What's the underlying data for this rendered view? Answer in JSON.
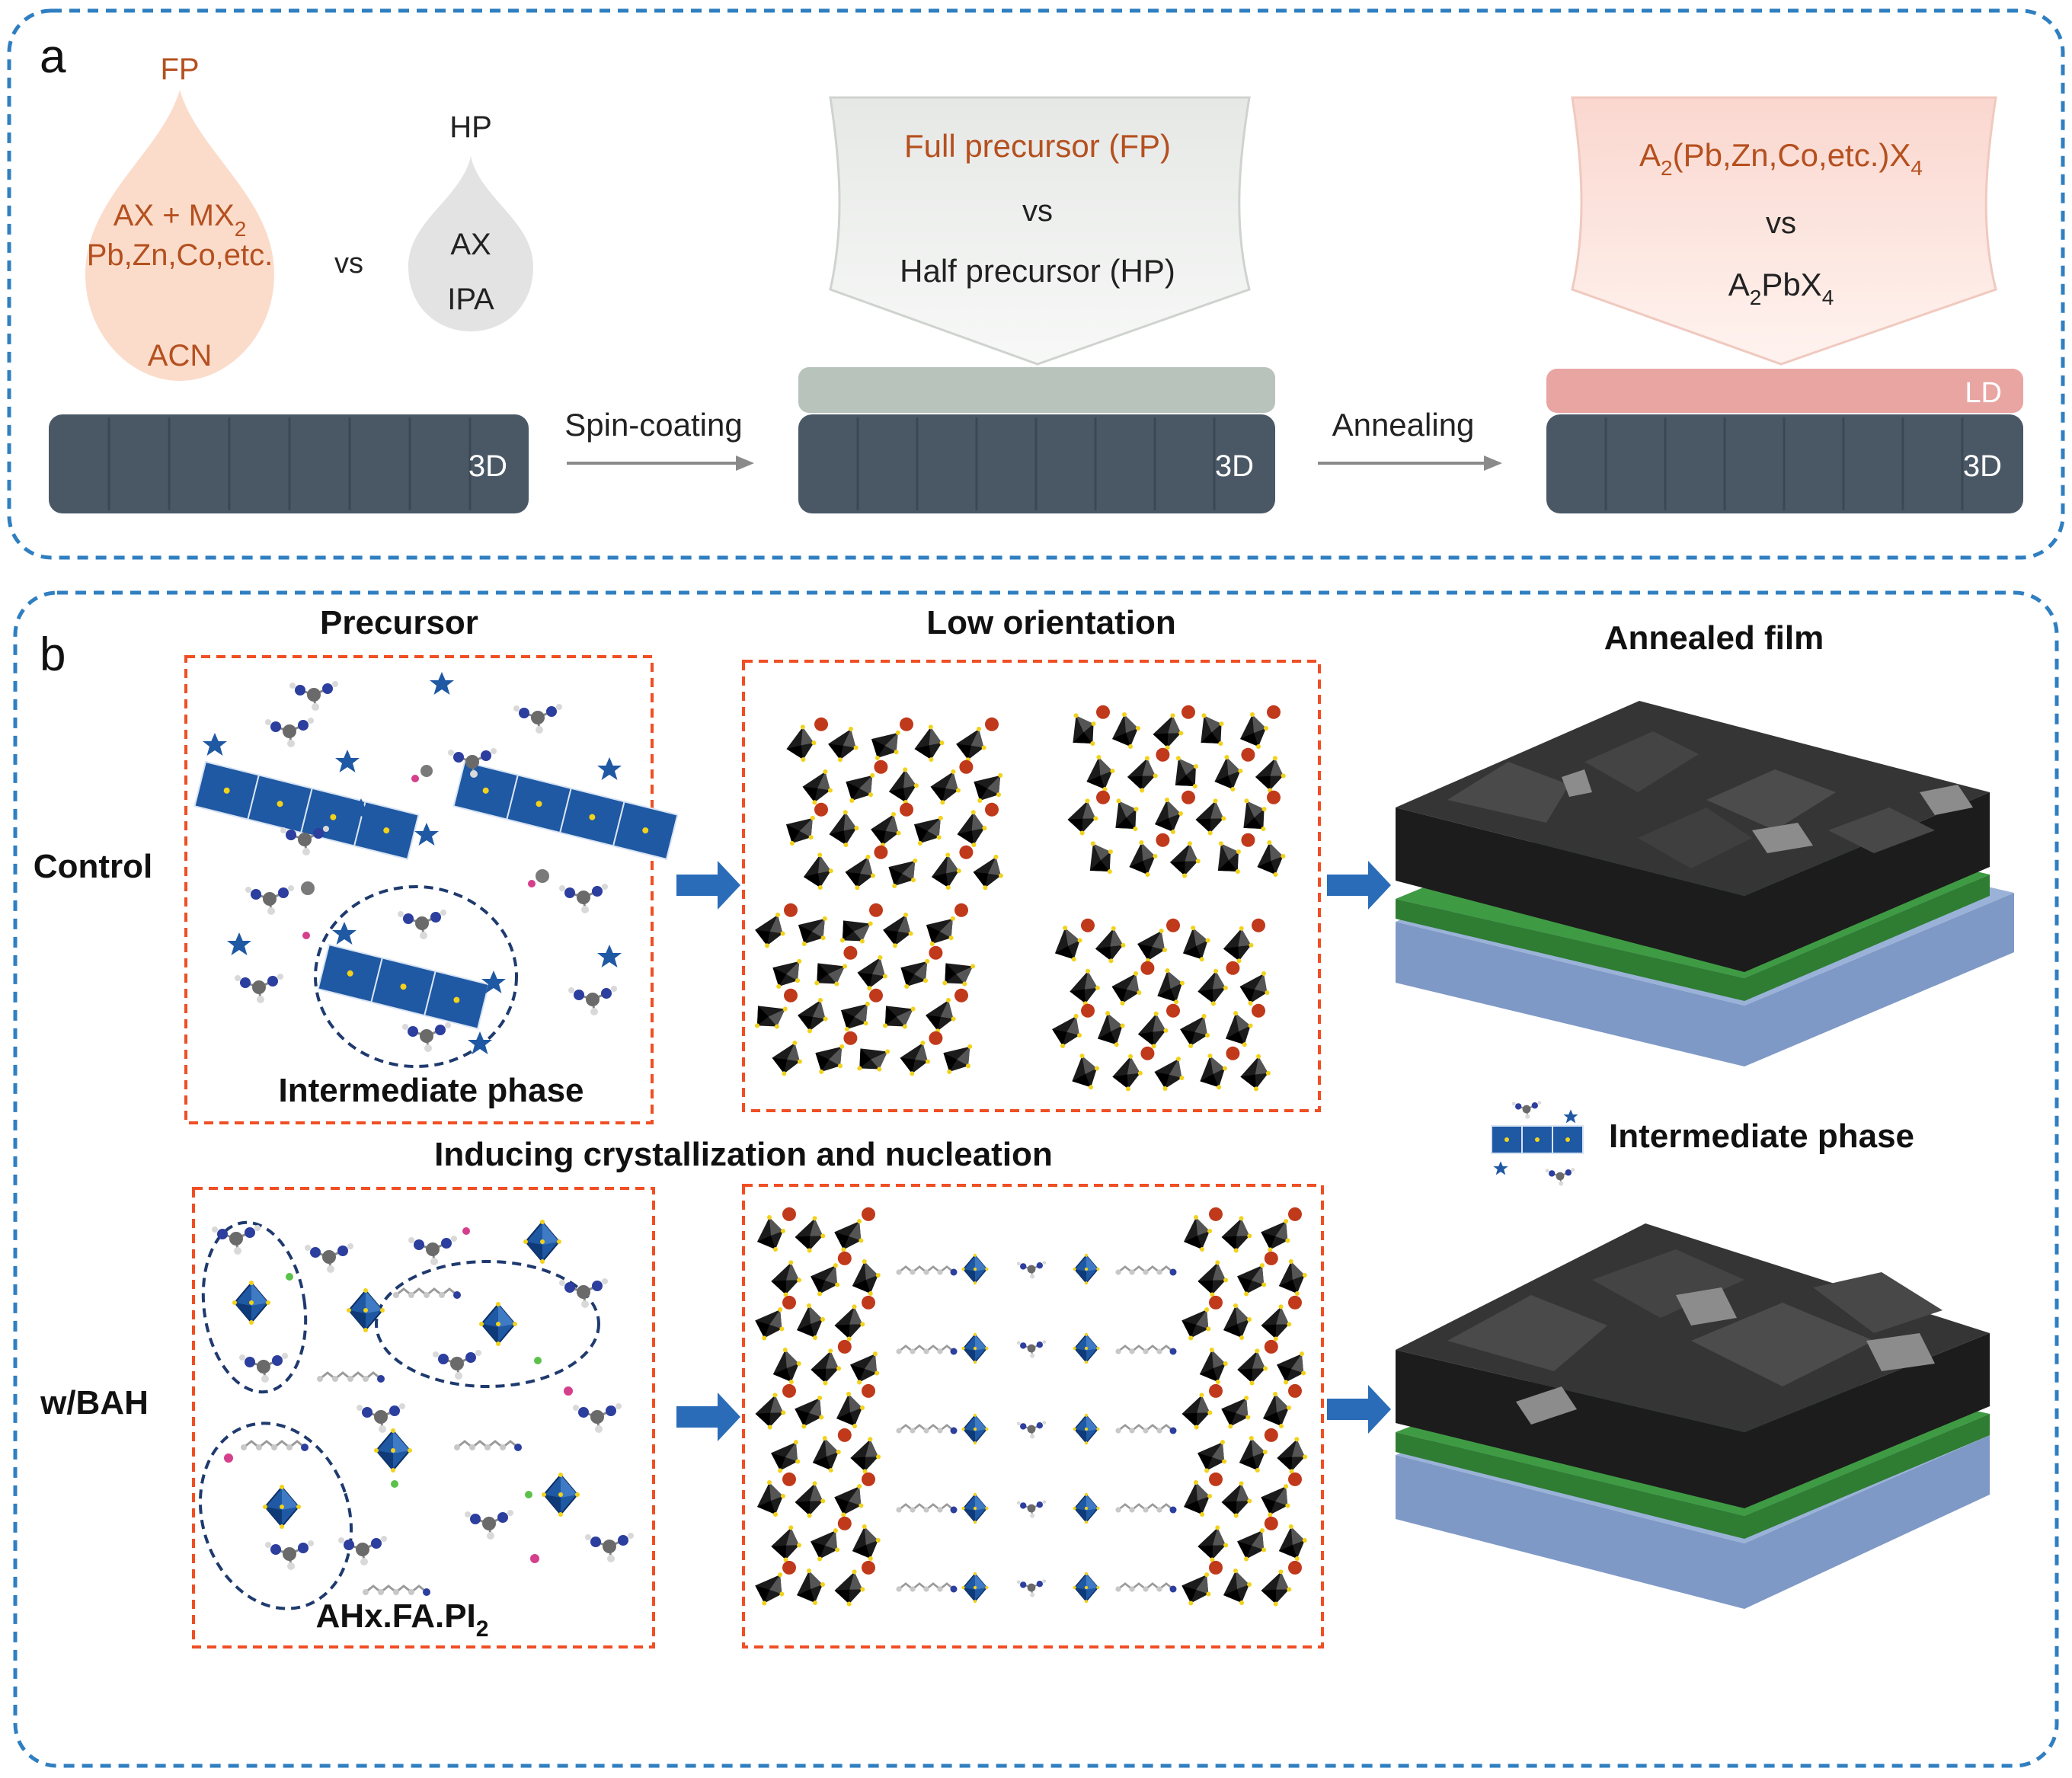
{
  "panel_a": {
    "label": "a",
    "fp_drop": {
      "title": "FP",
      "line1_base": "AX + MX",
      "line1_sub": "2",
      "line2": "Pb,Zn,Co,etc.",
      "line3": "ACN"
    },
    "vs_label": "vs",
    "hp_drop": {
      "title": "HP",
      "line1": "AX",
      "line2": "IPA"
    },
    "substrate_label": "3D",
    "step1_label": "Spin-coating",
    "step2_label": "Annealing",
    "precursor_callout": {
      "line1": "Full precursor (FP)",
      "line2": "vs",
      "line3": "Half precursor (HP)"
    },
    "product_callout": {
      "line1_a": "A",
      "line1_sub1": "2",
      "line1_b": "(Pb,Zn,Co,etc.)X",
      "line1_sub2": "4",
      "line2": "vs",
      "line3_a": "A",
      "line3_sub1": "2",
      "line3_b": "PbX",
      "line3_sub2": "4"
    },
    "ld_label": "LD"
  },
  "panel_b": {
    "label": "b",
    "col_precursor": "Precursor",
    "col_low_orientation": "Low orientation",
    "col_annealed": "Annealed film",
    "row_control": "Control",
    "row_bah": "w/BAH",
    "intermediate_caption": "Intermediate phase",
    "inducing_caption": "Inducing crystallization and nucleation",
    "ahx_caption_base": "AHx.FA.PI",
    "ahx_caption_sub": "2",
    "legend_label": "Intermediate phase"
  },
  "colors": {
    "frame_dash": "#2f7fc1",
    "fp_fill": "#fbdccb",
    "fp_text": "#b5501f",
    "hp_fill": "#e3e3e3",
    "slab": "#4a5866",
    "hp_layer": "#b8c3bb",
    "ld_layer": "#e8a5a2",
    "ld_text": "#ffffff",
    "box_dash": "#f04e23",
    "octahedron_blue": "#1f58a3",
    "arrow_blue": "#2a6cb8",
    "film_top": "#2e2e2e",
    "film_green": "#2e7d32",
    "film_blue": "#7f99c6"
  }
}
